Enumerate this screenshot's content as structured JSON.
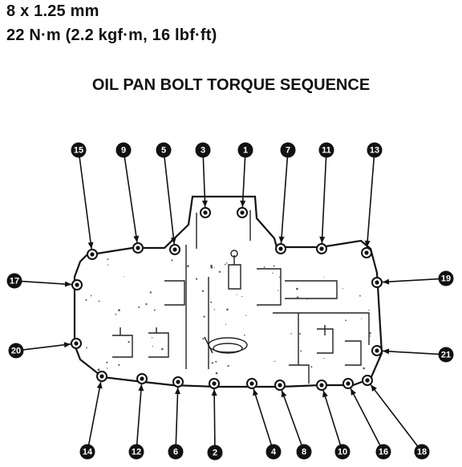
{
  "spec": {
    "size": "8 x 1.25 mm",
    "torque": "22 N·m (2.2 kgf·m, 16 lbf·ft)"
  },
  "title": "OIL PAN BOLT TORQUE SEQUENCE",
  "sequence": [
    "1",
    "2",
    "3",
    "4",
    "5",
    "6",
    "7",
    "8",
    "9",
    "10",
    "11",
    "12",
    "13",
    "14",
    "15",
    "16",
    "17",
    "18",
    "19",
    "20",
    "21"
  ],
  "colors": {
    "ink": "#111111",
    "paper": "#ffffff"
  }
}
